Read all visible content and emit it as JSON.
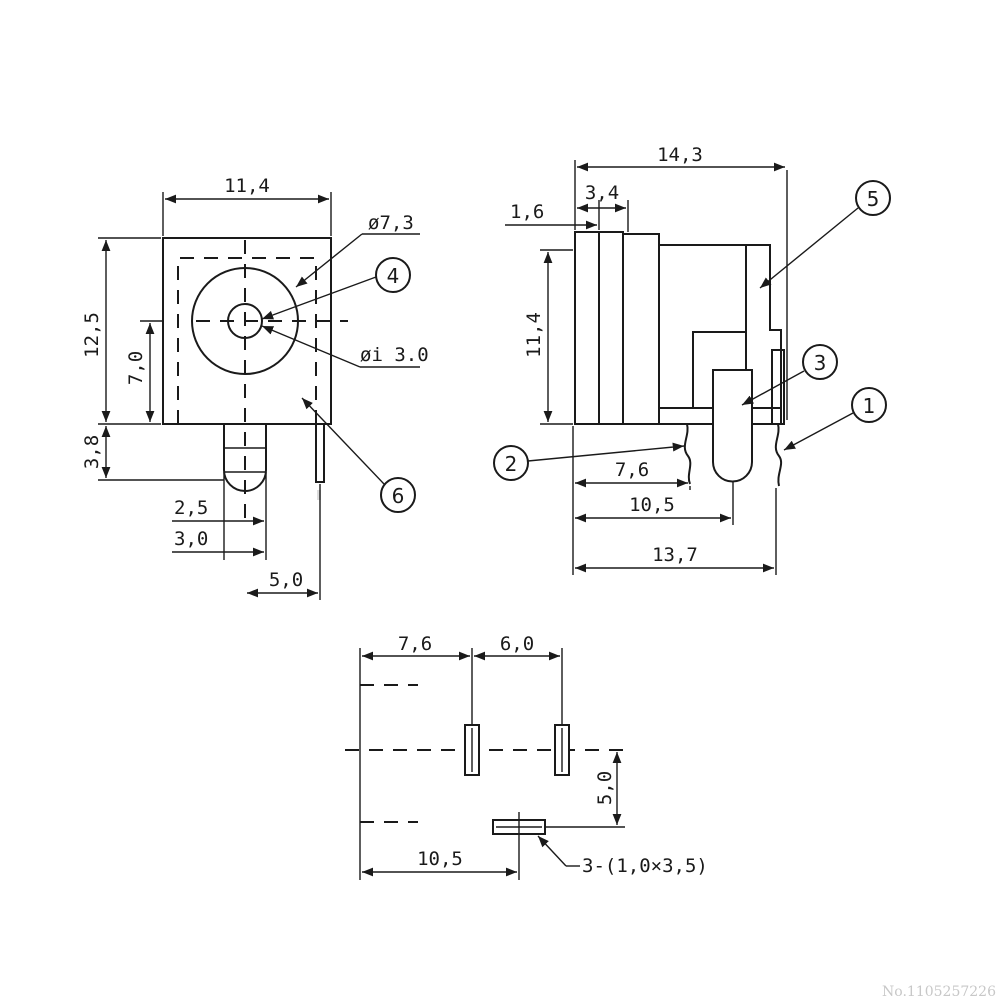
{
  "front_view": {
    "width_dim": "11,4",
    "height_dim": "12,5",
    "center_height_dim": "7,0",
    "pin_height_dim": "3,8",
    "outer_diameter": "ø7,3",
    "inner_diameter": "øi 3.0",
    "pin_width_a": "2,5",
    "pin_width_b": "3,0",
    "pin_offset": "5,0"
  },
  "side_view": {
    "length_dim": "14,3",
    "flange_dim": "1,6",
    "shoulder_dim": "3,4",
    "height_dim": "11,4",
    "pin2_dim": "7,6",
    "pin3_dim": "10,5",
    "pin1_dim": "13,7"
  },
  "footprint": {
    "pin_spacing_a": "7,6",
    "pin_spacing_b": "6,0",
    "vertical_spacing": "5,0",
    "bottom_offset": "10,5",
    "pad_note": "3-(1,0×3,5)"
  },
  "callouts": [
    "1",
    "2",
    "3",
    "4",
    "5",
    "6"
  ],
  "watermark": "No.1105257226"
}
